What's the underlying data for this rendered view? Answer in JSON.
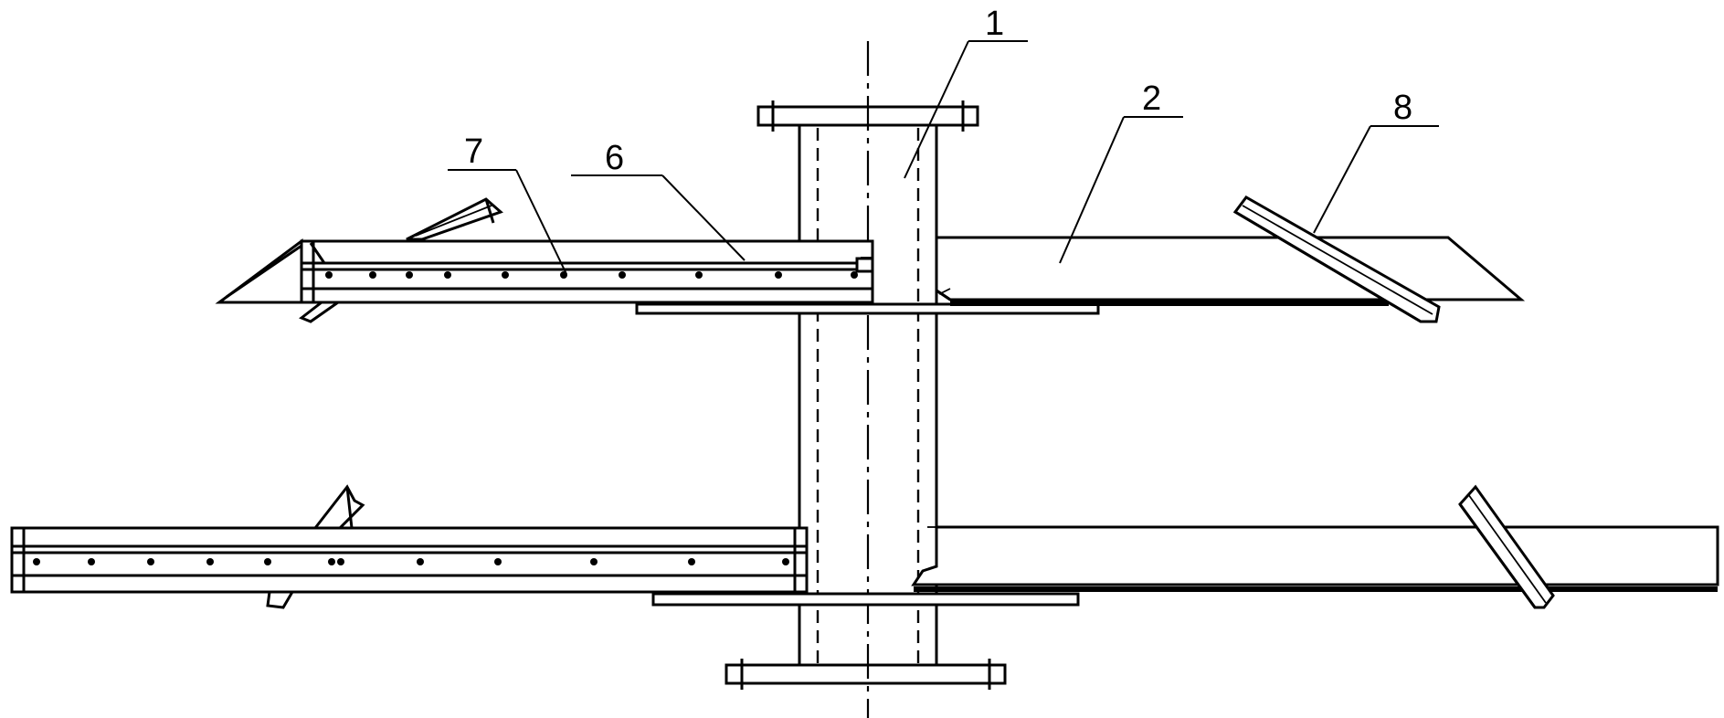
{
  "callouts": [
    {
      "id": "callout-1",
      "text": "1"
    },
    {
      "id": "callout-2",
      "text": "2"
    },
    {
      "id": "callout-6",
      "text": "6"
    },
    {
      "id": "callout-7",
      "text": "7"
    },
    {
      "id": "callout-8",
      "text": "8"
    }
  ]
}
